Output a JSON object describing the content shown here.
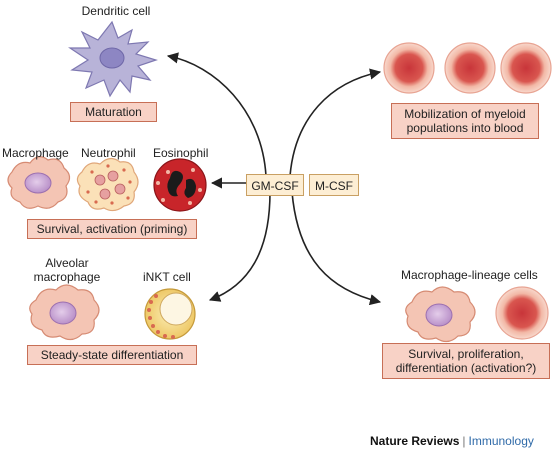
{
  "cytokines": {
    "gm_csf": "GM-CSF",
    "m_csf": "M-CSF"
  },
  "cells": {
    "dendritic": "Dendritic cell",
    "macrophage": "Macrophage",
    "neutrophil": "Neutrophil",
    "eosinophil": "Eosinophil",
    "alveolar_line1": "Alveolar",
    "alveolar_line2": "macrophage",
    "inkt": "iNKT cell",
    "macrophage_lineage": "Macrophage-lineage cells"
  },
  "outcomes": {
    "maturation": "Maturation",
    "survival_activation": "Survival, activation (priming)",
    "steady_state": "Steady-state differentiation",
    "mobilization_line1": "Mobilization of myeloid",
    "mobilization_line2": "populations into blood",
    "survival_prolif_line1": "Survival, proliferation,",
    "survival_prolif_line2": "differentiation (activation?)"
  },
  "footer": {
    "journal": "Nature Reviews",
    "separator": "|",
    "subject": "Immunology"
  },
  "colors": {
    "outcome_fill": "#f8d2c6",
    "outcome_border": "#c76f56",
    "cytokine_fill": "#fdeed4",
    "cell_pink": "#f4c5b4",
    "nucleus_purple": "#c9a3d6",
    "dendritic_purple": "#b8b3d8",
    "eosinophil_red": "#c8252a",
    "inkt_yellow": "#f6dd8a",
    "subject_blue": "#2f6aa8"
  }
}
